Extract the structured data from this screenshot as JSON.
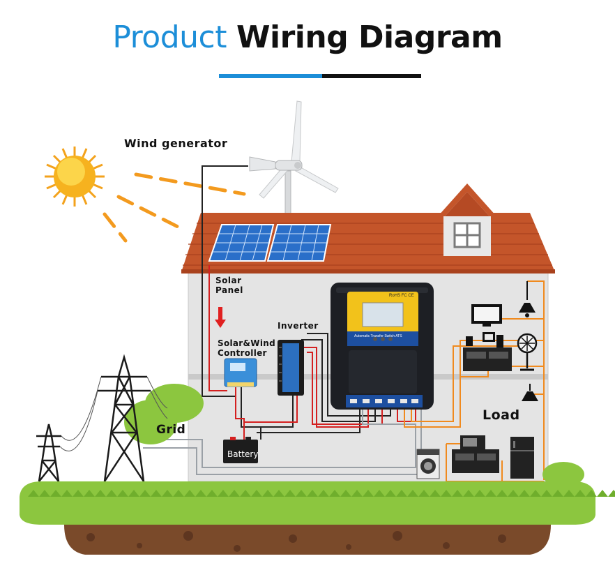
{
  "title": {
    "part1": "Product",
    "part2": "Wiring Diagram"
  },
  "labels": {
    "wind_generator": "Wind generator",
    "solar_panel_line1": "Solar",
    "solar_panel_line2": "Panel",
    "controller_line1": "Solar&Wind",
    "controller_line2": "Controller",
    "inverter": "Inverter",
    "battery": "Battery",
    "grid": "Grid",
    "load": "Load"
  },
  "ats_device": {
    "brand_marks": "RoHS FC CE",
    "model_text": "Automatic Transfer Switch ATS"
  },
  "colors": {
    "title_accent": "#1c8ed8",
    "roof": "#c4552a",
    "wall": "#e4e4e4",
    "grass": "#8cc63f",
    "soil": "#7a4a2a",
    "wire_red": "#d42020",
    "wire_black": "#222222",
    "wire_orange": "#f08a1e",
    "wire_gray": "#9aa0a6",
    "ats_yellow": "#f2c21b",
    "ats_blue": "#1d4fa0"
  },
  "icons": [
    "sun-icon",
    "wind-turbine-icon",
    "solar-panel-icon",
    "transmission-tower-icon",
    "battery-icon",
    "tv-icon",
    "lamp-icon",
    "fan-icon",
    "microwave-icon",
    "fridge-icon",
    "washing-machine-icon",
    "computer-icon"
  ]
}
